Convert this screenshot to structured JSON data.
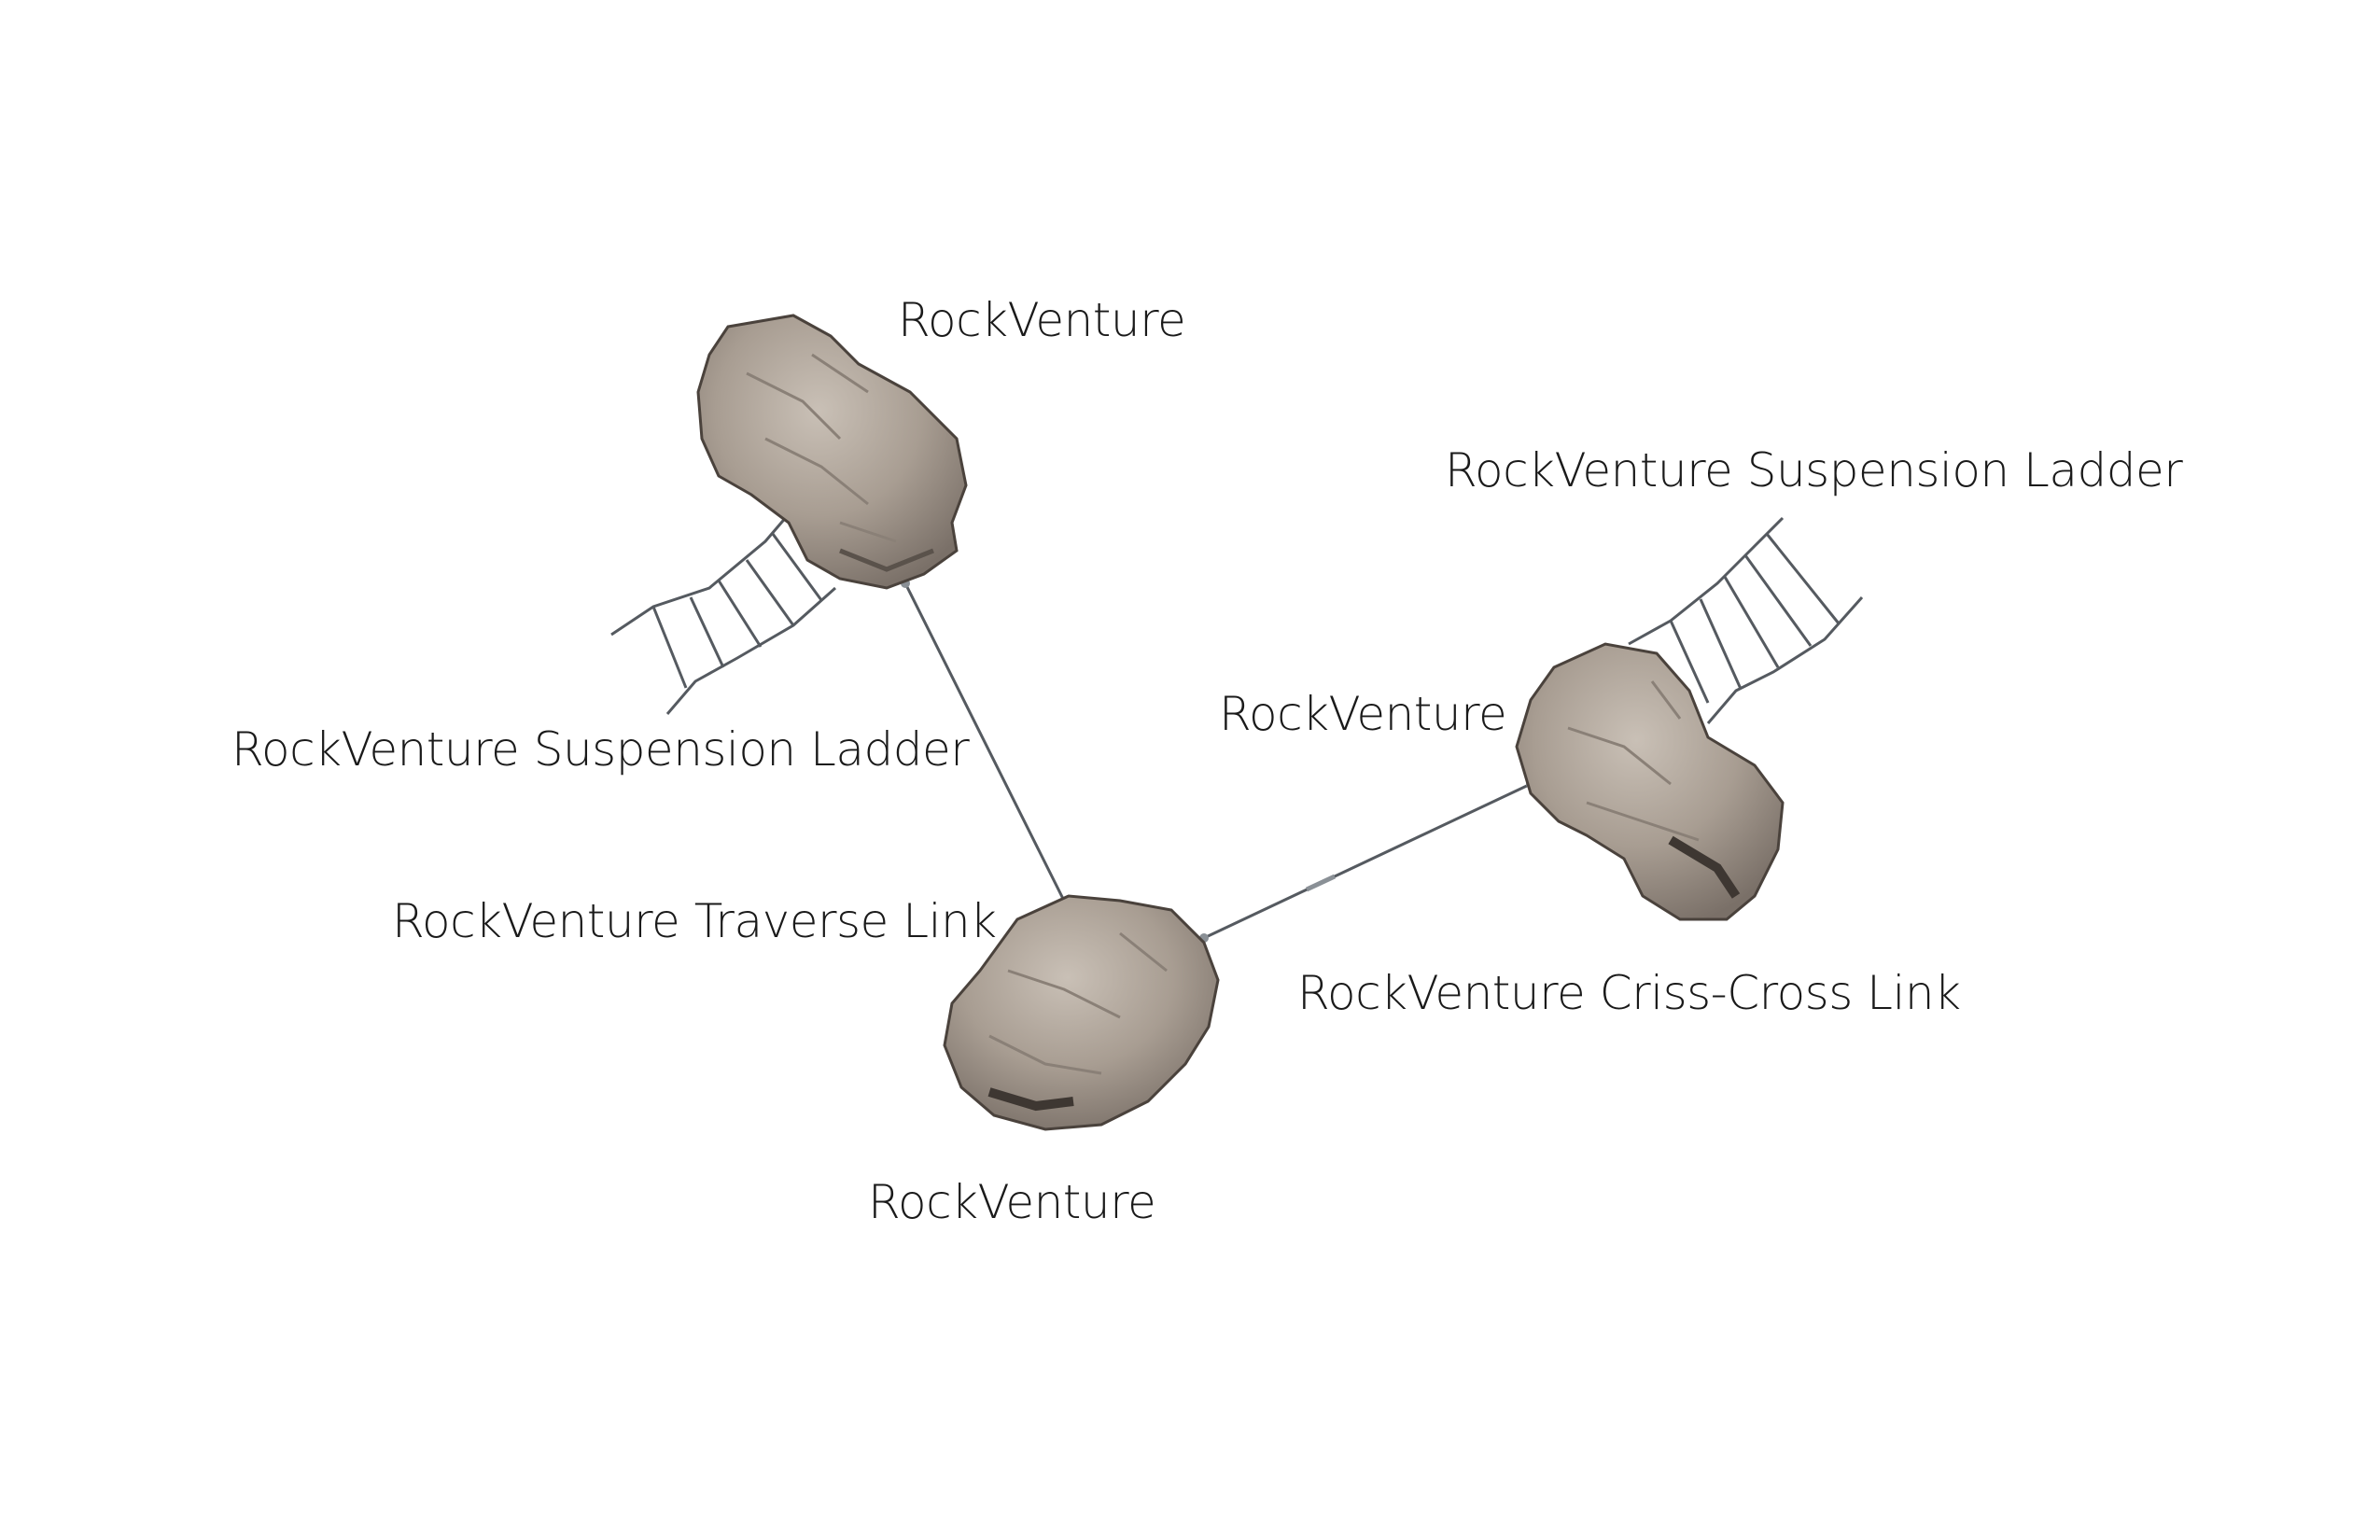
{
  "labels": {
    "rock_top": "RockVenture",
    "rock_right": "RockVenture",
    "rock_bottom": "RockVenture",
    "ladder_left": "RockVenture Suspension Ladder",
    "ladder_right": "RockVenture Suspension Ladder",
    "traverse_link": "RockVenture Traverse Link",
    "crisscross_link": "RockVenture Criss-Cross Link"
  },
  "colors": {
    "background": "#ffffff",
    "rock_fill": "#a89d92",
    "rock_shadow": "#6e655d",
    "rock_highlight": "#c9c0b6",
    "rope": "#555a60",
    "text": "#1a1a1a"
  }
}
